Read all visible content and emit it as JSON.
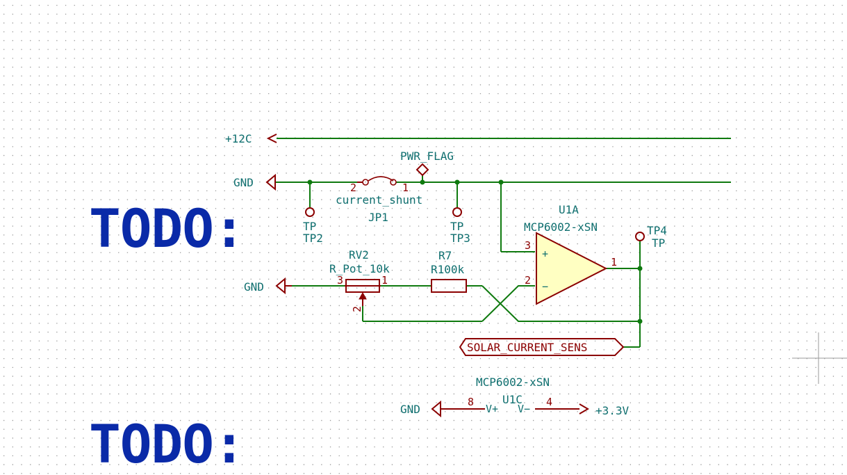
{
  "colors": {
    "background": "#ffffff",
    "grid": "#9a9a9a",
    "wire": "#0f7a0f",
    "junction": "#0f7a0f",
    "symbol": "#8b0000",
    "symbol_fill": "#ffffc2",
    "net_label": "#0f6f6f",
    "todo_text": "#0a2aa8"
  },
  "notes": [
    {
      "text": "TODO:"
    },
    {
      "text": "TODO:"
    }
  ],
  "power": {
    "p12c": "+12C",
    "gnd_top": "GND",
    "gnd_mid": "GND",
    "gnd_bottom": "GND",
    "p3v3": "+3.3V",
    "pwr_flag": "PWR_FLAG"
  },
  "jp1": {
    "ref": "JP1",
    "value": "current_shunt",
    "pin_left": "2",
    "pin_right": "1"
  },
  "tp2": {
    "ref": "TP2",
    "value": "TP"
  },
  "tp3": {
    "ref": "TP3",
    "value": "TP"
  },
  "tp4": {
    "ref": "TP4",
    "value": "TP"
  },
  "u1a": {
    "ref": "U1A",
    "value": "MCP6002-xSN",
    "pin_plus": "3",
    "pin_minus": "2",
    "pin_out": "1",
    "plus_sign": "+",
    "minus_sign": "−"
  },
  "rv2": {
    "ref": "RV2",
    "value": "R_Pot_10k",
    "pin1": "1",
    "pin2": "2",
    "pin3": "3"
  },
  "r7": {
    "ref": "R7",
    "value": "R100k"
  },
  "global_label": {
    "text": "SOLAR_CURRENT_SENS"
  },
  "u1c": {
    "ref": "U1C",
    "value": "MCP6002-xSN",
    "pin8": "8",
    "pin4": "4",
    "vplus": "V+",
    "vminus": "V−"
  }
}
